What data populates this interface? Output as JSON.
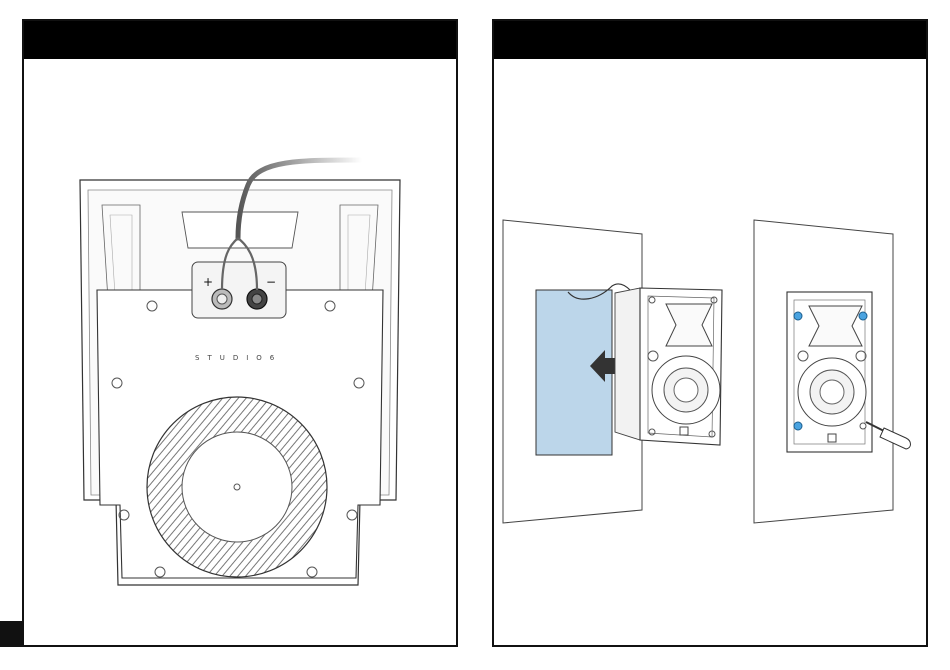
{
  "panels": [
    {
      "id": "left",
      "header": ""
    },
    {
      "id": "right",
      "header": ""
    }
  ],
  "illustration_left": {
    "brand_label": "STUDIO6",
    "plus_label": "+",
    "minus_label": "−"
  },
  "colors": {
    "header": "#000000",
    "cutout_template": "#bcd6ea",
    "screw_highlight": "#4aa3e0"
  }
}
